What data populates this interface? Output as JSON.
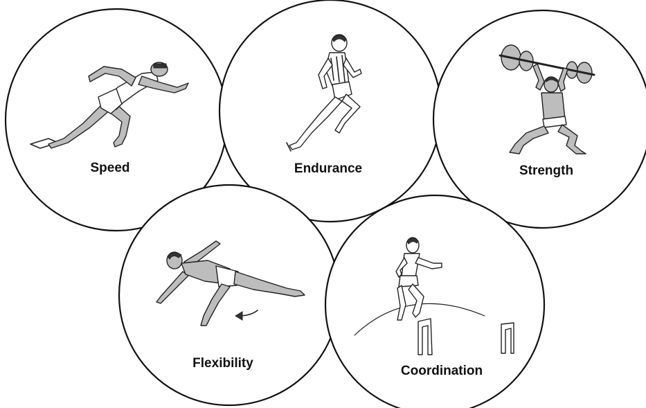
{
  "components": [
    {
      "id": "speed",
      "label": "Speed",
      "icon": "sprinter-start-icon"
    },
    {
      "id": "endurance",
      "label": "Endurance",
      "icon": "distance-runner-icon"
    },
    {
      "id": "strength",
      "label": "Strength",
      "icon": "weightlifter-icon"
    },
    {
      "id": "flexibility",
      "label": "Flexibility",
      "icon": "flexibility-athlete-icon"
    },
    {
      "id": "coordination",
      "label": "Coordination",
      "icon": "hurdle-jumper-icon"
    }
  ],
  "colors": {
    "background": "#ffffff",
    "outline": "#111111",
    "figure_shading": "#bdbdbd"
  }
}
